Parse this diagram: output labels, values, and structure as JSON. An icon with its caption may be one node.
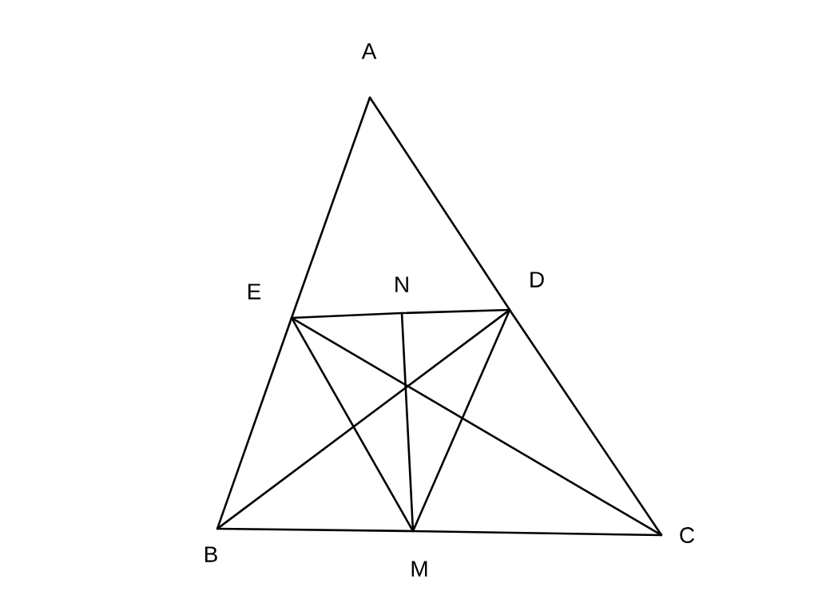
{
  "diagram": {
    "nodes": [
      {
        "text": [
          "A"
        ]
      },
      {
        "text": [
          "B"
        ]
      },
      {
        "text": [
          "C"
        ]
      },
      {
        "text": [
          "D"
        ]
      },
      {
        "text": [
          "E"
        ]
      },
      {
        "text": [
          "M"
        ]
      },
      {
        "text": [
          "N"
        ]
      }
    ],
    "edges": [
      {
        "from": 0,
        "to": 4,
        "arrow": "none"
      },
      {
        "from": 4,
        "to": 1,
        "arrow": "none"
      },
      {
        "from": 0,
        "to": 3,
        "arrow": "none"
      },
      {
        "from": 3,
        "to": 2,
        "arrow": "none"
      },
      {
        "from": 1,
        "to": 5,
        "arrow": "none"
      },
      {
        "from": 5,
        "to": 2,
        "arrow": "none"
      },
      {
        "from": 4,
        "to": 6,
        "arrow": "none"
      },
      {
        "from": 6,
        "to": 3,
        "arrow": "none"
      },
      {
        "from": 4,
        "to": 5,
        "arrow": "none"
      },
      {
        "from": 4,
        "to": 2,
        "arrow": "none"
      },
      {
        "from": 3,
        "to": 1,
        "arrow": "none"
      },
      {
        "from": 3,
        "to": 5,
        "arrow": "none"
      },
      {
        "from": 6,
        "to": 5,
        "arrow": "none"
      }
    ]
  }
}
